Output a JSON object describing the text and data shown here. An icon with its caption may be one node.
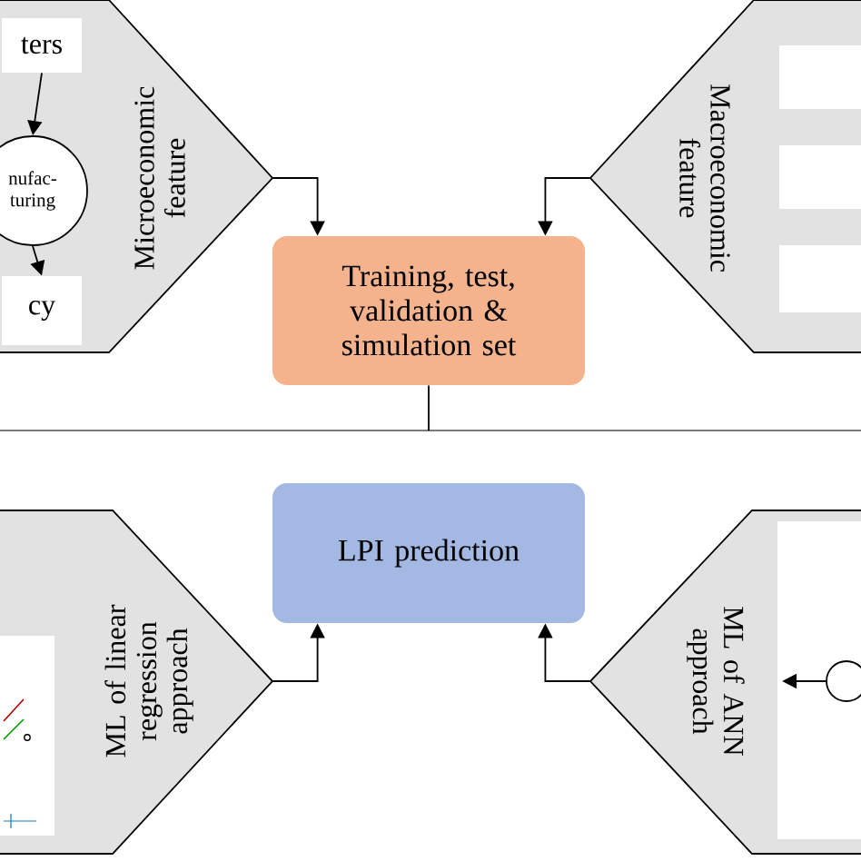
{
  "diagram": {
    "nodes": [
      {
        "text": [
          "Microeconomic feature"
        ]
      },
      {
        "text": [
          "ters"
        ],
        "in": 0
      },
      {
        "text": [
          "nufac- turing"
        ],
        "in": 0
      },
      {
        "text": [
          "cy"
        ],
        "in": 0
      },
      {
        "text": [
          "Macroeconomic feature"
        ]
      },
      {
        "text": [],
        "shape": "box",
        "in": 4
      },
      {
        "text": [],
        "shape": "box",
        "in": 4
      },
      {
        "text": [],
        "shape": "box",
        "in": 4
      },
      {
        "text": [
          "Training, test, validation & simulation set"
        ]
      },
      {
        "text": [
          "ML of linear regression approach"
        ]
      },
      {
        "text": [],
        "shape": "picture",
        "in": 9
      },
      {
        "text": [
          "LPI prediction"
        ]
      },
      {
        "text": [
          "ML of ANN approach"
        ]
      },
      {
        "text": [],
        "shape": "box",
        "in": 12
      },
      {
        "text": [],
        "shape": "circle",
        "in": 13
      }
    ],
    "edges": [
      {
        "from": 1,
        "to": 2,
        "arrow": "to"
      },
      {
        "from": 2,
        "to": 3,
        "arrow": "to"
      },
      {
        "from": 0,
        "to": 8,
        "arrow": "to"
      },
      {
        "from": 4,
        "to": 8,
        "arrow": "to"
      },
      {
        "from": 9,
        "to": 11,
        "arrow": "to"
      },
      {
        "from": 12,
        "to": 11,
        "arrow": "to"
      },
      {
        "from": 14,
        "to": null,
        "arrow": "to"
      }
    ]
  }
}
